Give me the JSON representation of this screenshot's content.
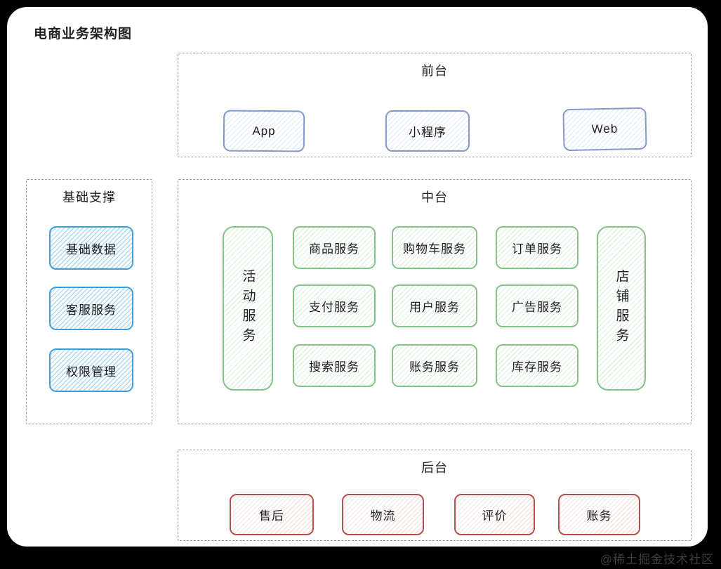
{
  "page": {
    "title": "电商业务架构图",
    "watermark": "@稀土掘金技术社区"
  },
  "palette": {
    "canvas-bg": "#000000",
    "page-bg": "#ffffff",
    "text": "#1f1f1f",
    "container-border": "#9b9b9b",
    "frontend-border": "#8299c9",
    "frontend-hatch": "#dde7f5",
    "support-border": "#3f9fd8",
    "support-hatch": "#a9d9f0",
    "middle-border": "#85c287",
    "middle-hatch": "#dcecdb",
    "backend-border": "#b2524e",
    "backend-hatch": "#f2d7d5",
    "watermark-color": "#3d3d3d"
  },
  "sections": {
    "frontend": {
      "label": "前台",
      "items": [
        "App",
        "小程序",
        "Web"
      ]
    },
    "support": {
      "label": "基础支撑",
      "items": [
        "基础数据",
        "客服服务",
        "权限管理"
      ]
    },
    "middle": {
      "label": "中台",
      "left_vertical": "活动服务",
      "right_vertical": "店铺服务",
      "grid": [
        [
          "商品服务",
          "购物车服务",
          "订单服务"
        ],
        [
          "支付服务",
          "用户服务",
          "广告服务"
        ],
        [
          "搜索服务",
          "账务服务",
          "库存服务"
        ]
      ]
    },
    "backend": {
      "label": "后台",
      "items": [
        "售后",
        "物流",
        "评价",
        "账务"
      ]
    }
  }
}
